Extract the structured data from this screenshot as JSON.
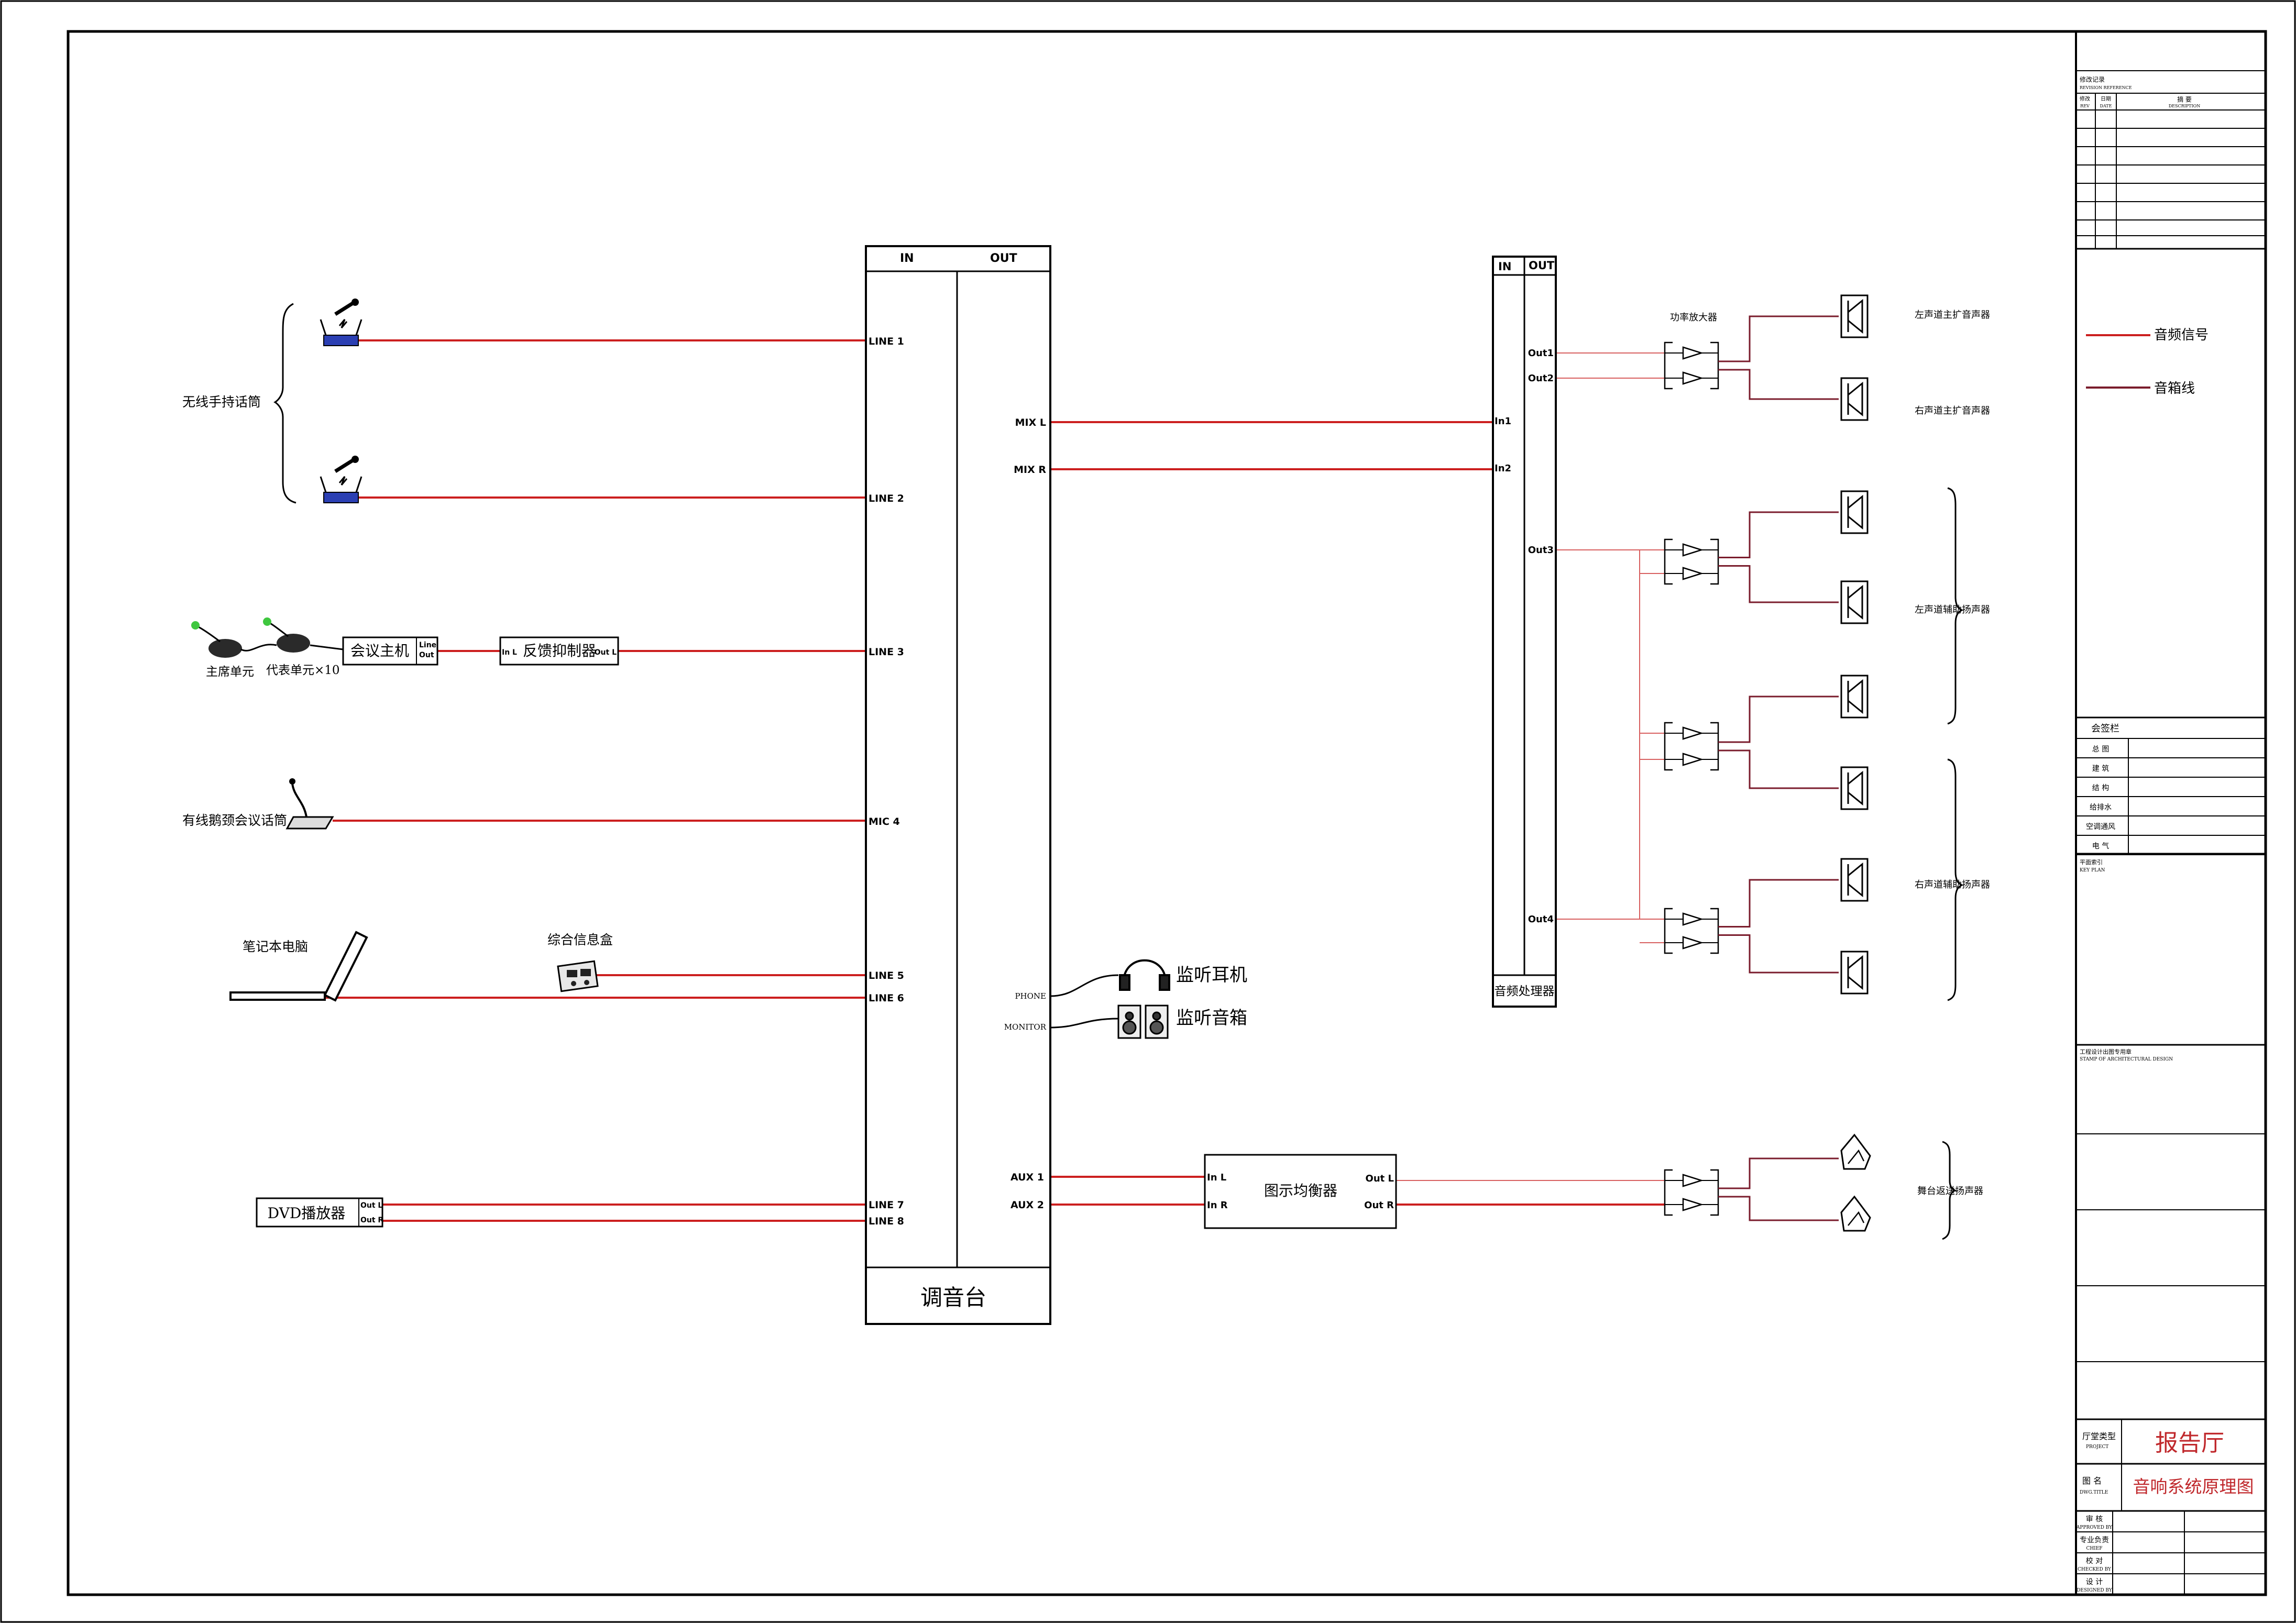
{
  "colors": {
    "signal": "#cc1f1f",
    "speaker_line": "#7a1c2c",
    "frame": "#000000",
    "title_red": "#c0282c"
  },
  "mixer": {
    "in_label": "IN",
    "out_label": "OUT",
    "name": "调音台",
    "inputs": [
      "LINE 1",
      "LINE 2",
      "LINE 3",
      "MIC 4",
      "LINE 5",
      "LINE 6",
      "LINE 7",
      "LINE 8"
    ],
    "outputs": [
      "MIX L",
      "MIX R",
      "AUX 1",
      "AUX 2"
    ],
    "phone_label": "PHONE",
    "monitor_label": "MONITOR"
  },
  "sources": {
    "wireless_mic": "无线手持话筒",
    "conference_host": "会议主机",
    "chair_unit": "主席单元",
    "delegate_unit": "代表单元×10",
    "host_line": "Line",
    "host_out": "Out",
    "feedback_suppressor": "反馈抑制器",
    "fb_in": "In L",
    "fb_out": "Out L",
    "gooseneck_mic": "有线鹅颈会议话筒",
    "laptop": "笔记本电脑",
    "info_box": "综合信息盒",
    "dvd": "DVD播放器",
    "dvd_out_l": "Out L",
    "dvd_out_r": "Out R"
  },
  "monitors": {
    "headphones": "监听耳机",
    "speakers": "监听音箱"
  },
  "processor": {
    "in_label": "IN",
    "out_label": "OUT",
    "name": "音频处理器",
    "ins": [
      "In1",
      "In2"
    ],
    "outs": [
      "Out1",
      "Out2",
      "Out3",
      "Out4"
    ]
  },
  "eq": {
    "name": "图示均衡器",
    "in_l": "In L",
    "in_r": "In R",
    "out_l": "Out L",
    "out_r": "Out R"
  },
  "amps": {
    "label": "功率放大器"
  },
  "speakers": {
    "left_main": "左声道主扩音声器",
    "right_main": "右声道主扩音声器",
    "left_aux": "左声道辅助扬声器",
    "right_aux": "右声道辅助扬声器",
    "stage": "舞台返送扬声器"
  },
  "legend": {
    "signal": "音频信号",
    "speaker": "音箱线"
  },
  "title_block": {
    "revision_title": "修改记录",
    "revision_sub": "REVISION REFERENCE",
    "rev_cols": [
      "修改",
      "日期",
      "摘 要"
    ],
    "rev_cols_en": [
      "REV",
      "DATE",
      "DESCRIPTION"
    ],
    "sign_title": "会签栏",
    "sign_rows": [
      "总 图",
      "建 筑",
      "结 构",
      "给排水",
      "空调通风",
      "电 气"
    ],
    "key_plan": "平面索引",
    "key_plan_en": "KEY PLAN",
    "stamp": "工程设计出图专用章",
    "stamp_en": "STAMP OF ARCHITECTURAL DESIGN",
    "project_label": "厅堂类型",
    "project_label_en": "PROJECT",
    "project": "报告厅",
    "dwg_label": "图 名",
    "dwg_label_en": "DWG.TITLE",
    "dwg_title": "音响系统原理图",
    "roles": [
      {
        "cn": "审 核",
        "en": "APPROVED BY"
      },
      {
        "cn": "专业负责",
        "en": "CHIEF"
      },
      {
        "cn": "校 对",
        "en": "CHECKED BY"
      },
      {
        "cn": "设 计",
        "en": "DESIGNED BY"
      }
    ]
  }
}
